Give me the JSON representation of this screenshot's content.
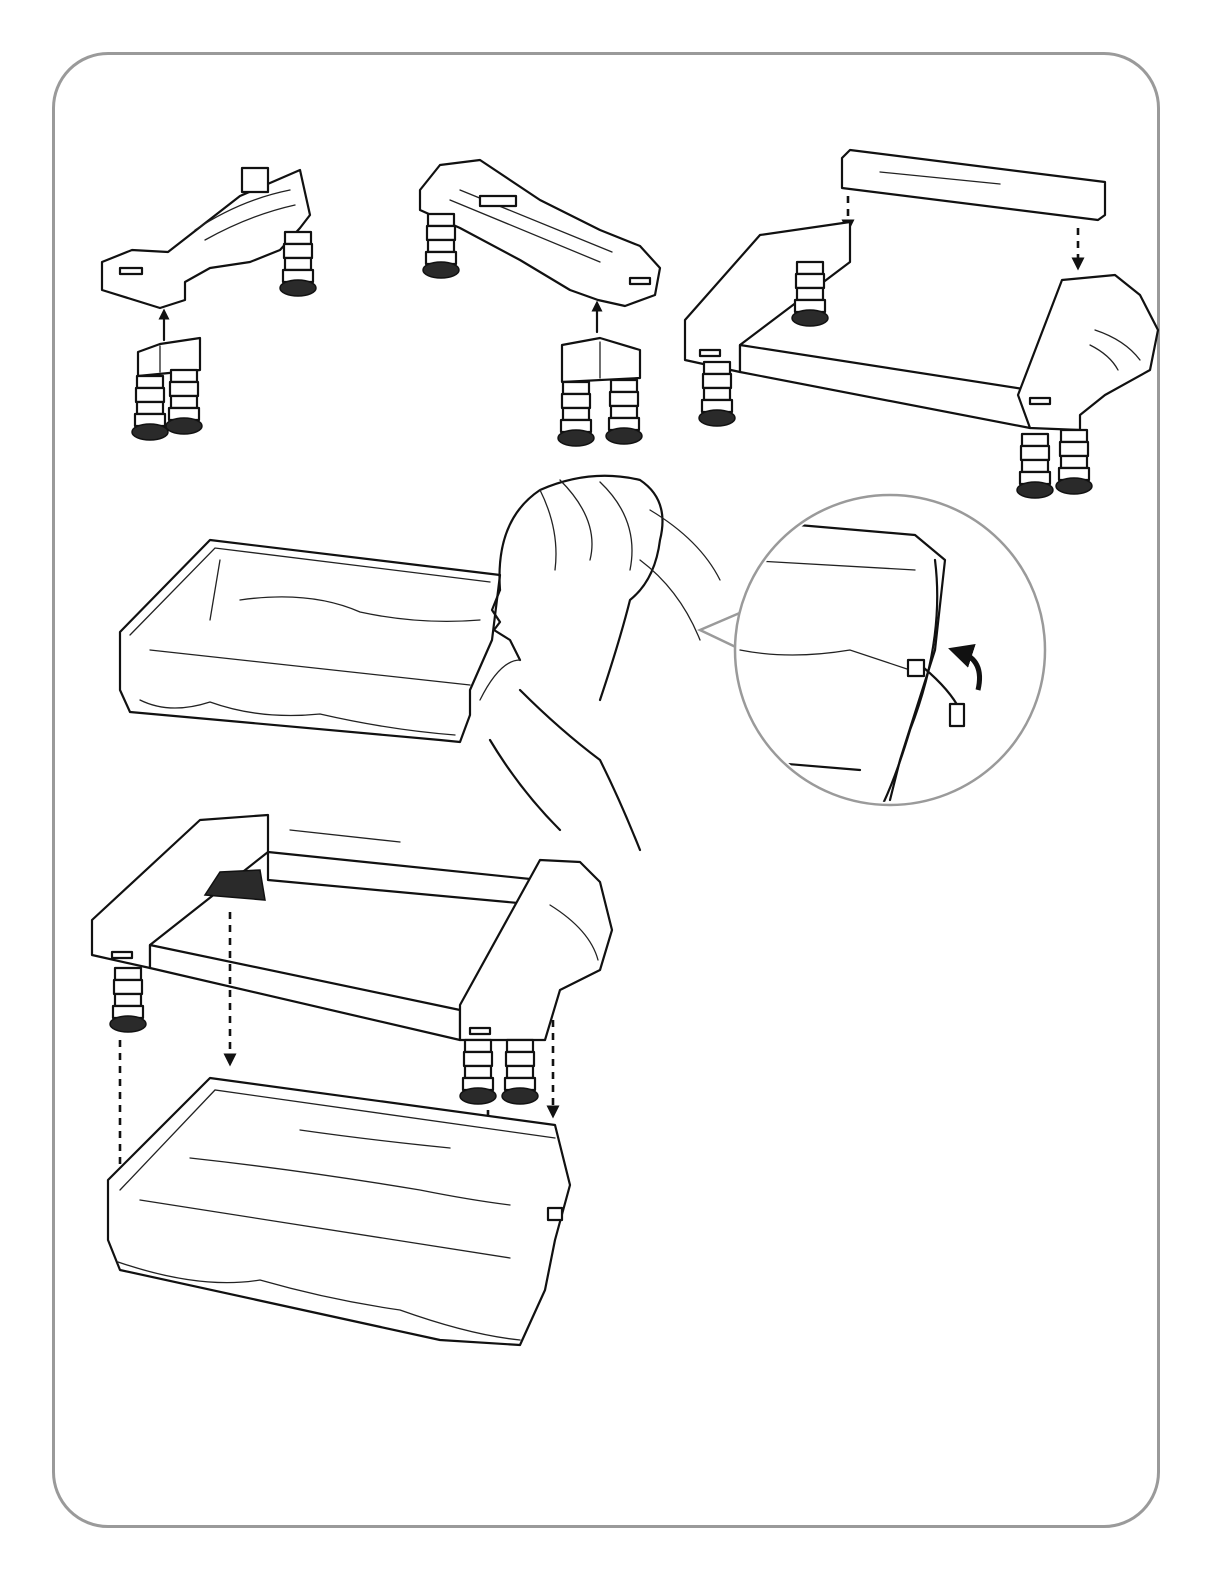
{
  "figure": {
    "type": "assembly-instructions",
    "steps": [
      {
        "id": "attach-leg-left-end"
      },
      {
        "id": "attach-leg-right-end"
      },
      {
        "id": "attach-crossbar"
      },
      {
        "id": "inflate-tub-by-mouth"
      },
      {
        "id": "close-valve-detail"
      },
      {
        "id": "place-tub-in-frame"
      }
    ],
    "colors": {
      "line": "#111111",
      "frame": "#9a9a9a",
      "background": "#ffffff"
    }
  }
}
